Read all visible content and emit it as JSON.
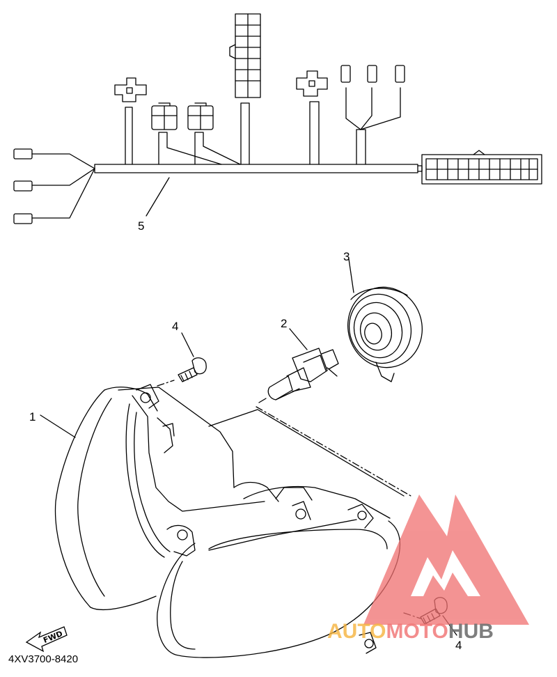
{
  "diagram": {
    "callouts": [
      {
        "id": "1",
        "label": "1"
      },
      {
        "id": "2",
        "label": "2"
      },
      {
        "id": "3",
        "label": "3"
      },
      {
        "id": "4a",
        "label": "4"
      },
      {
        "id": "4b",
        "label": "4"
      },
      {
        "id": "5",
        "label": "5"
      }
    ],
    "part_code": "4XV3700-8420",
    "direction_label": "FWD"
  },
  "watermark": {
    "text_part1": "AUTO",
    "text_part2": "MOTO",
    "text_part3": "HUB",
    "colors": {
      "logo": "#f07070",
      "part1": "#f5b33d",
      "part2": "#f07070",
      "part3": "#707070"
    }
  }
}
